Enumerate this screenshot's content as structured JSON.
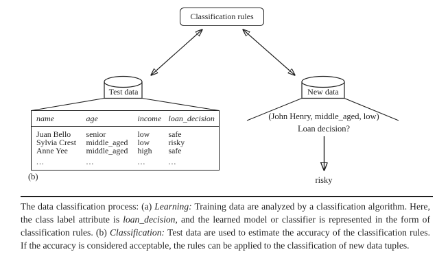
{
  "figure": {
    "rules_box_label": "Classification rules",
    "test_data": {
      "cylinder_label": "Test data",
      "table": {
        "headers": [
          "name",
          "age",
          "income",
          "loan_decision"
        ],
        "rows": [
          [
            "Juan Bello",
            "senior",
            "low",
            "safe"
          ],
          [
            "Sylvia Crest",
            "middle_aged",
            "low",
            "risky"
          ],
          [
            "Anne Yee",
            "middle_aged",
            "high",
            "safe"
          ],
          [
            "...",
            "...",
            "...",
            "..."
          ]
        ]
      },
      "panel_label": "(b)"
    },
    "new_data": {
      "cylinder_label": "New data",
      "tuple_text": "(John Henry, middle_aged, low)",
      "question_text": "Loan decision?",
      "result_text": "risky"
    }
  },
  "caption": {
    "segments": [
      {
        "text": "The data classification process: (a) ",
        "italic": false
      },
      {
        "text": "Learning:",
        "italic": true
      },
      {
        "text": " Training data are analyzed by a classification algorithm. Here, the class label attribute is ",
        "italic": false
      },
      {
        "text": "loan_decision",
        "italic": true
      },
      {
        "text": ", and the learned model or classifier is represented in the form of classification rules. (b) ",
        "italic": false
      },
      {
        "text": "Classification:",
        "italic": true
      },
      {
        "text": " Test data are used to estimate the accuracy of the classification rules. If the accuracy is considered acceptable, the rules can be applied to the classification of new data tuples.",
        "italic": false
      }
    ]
  },
  "colors": {
    "ink": "#1f1f1f",
    "background": "#ffffff"
  }
}
